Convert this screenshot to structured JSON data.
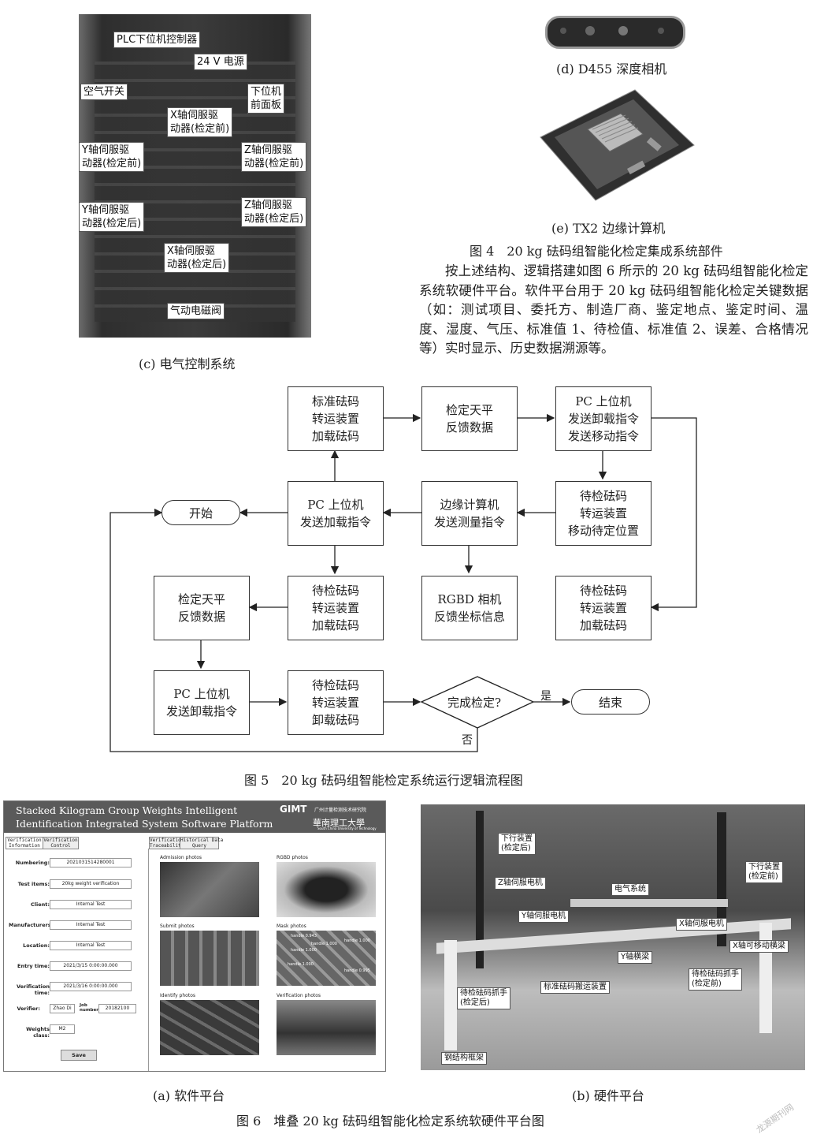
{
  "fig_c": {
    "labels": [
      "PLC下位机控制器",
      "24 V 电源",
      "空气开关",
      "下位机\n前面板",
      "X轴伺服驱\n动器(检定前)",
      "Y轴伺服驱\n动器(检定前)",
      "Z轴伺服驱\n动器(检定前)",
      "Z轴伺服驱\n动器(检定后)",
      "Y轴伺服驱\n动器(检定后)",
      "X轴伺服驱\n动器(检定后)",
      "气动电磁阀"
    ],
    "caption": "(c) 电气控制系统"
  },
  "fig_d": {
    "caption": "(d) D455 深度相机"
  },
  "fig_e": {
    "caption": "(e) TX2 边缘计算机"
  },
  "fig4_caption": "图 4　20 kg 砝码组智能化检定集成系统部件",
  "paragraph": "按上述结构、逻辑搭建如图 6 所示的 20 kg 砝码组智能化检定系统软硬件平台。软件平台用于 20 kg 砝码组智能化检定关键数据（如：测试项目、委托方、制造厂商、鉴定地点、鉴定时间、温度、湿度、气压、标准值 1、待检值、标准值 2、误差、合格情况等）实时显示、历史数据溯源等。",
  "flow": {
    "boxes": [
      "标准砝码\n转运装置\n加载砝码",
      "检定天平\n反馈数据",
      "PC 上位机\n发送卸载指令\n发送移动指令",
      "PC 上位机\n发送加载指令",
      "边缘计算机\n发送测量指令",
      "待检砝码\n转运装置\n移动待定位置",
      "检定天平\n反馈数据",
      "待检砝码\n转运装置\n加载砝码",
      "RGBD 相机\n反馈坐标信息",
      "待检砝码\n转运装置\n加载砝码",
      "PC 上位机\n发送卸载指令",
      "待检砝码\n转运装置\n卸载砝码"
    ],
    "start": "开始",
    "end": "结束",
    "decision": "完成检定?",
    "yes": "是",
    "no": "否"
  },
  "fig5_caption": "图 5　20 kg 砝码组智能检定系统运行逻辑流程图",
  "software": {
    "title_line1": "Stacked Kilogram Group Weights Intelligent",
    "title_line2": "Identification Integrated System Software Platform",
    "logo_text": "GIMT",
    "logo_sub": "广州计量检测技术研究院",
    "univ": "華南理工大學",
    "univ_en": "South China University of Technology",
    "tabs": [
      "Verification\nInformation",
      "Verification\nControl",
      "Verification\nTraceability",
      "Historical Data\nQuery"
    ],
    "fields": [
      {
        "label": "Numbering:",
        "value": "2021031514280001"
      },
      {
        "label": "Test items:",
        "value": "20kg weight verification"
      },
      {
        "label": "Client:",
        "value": "Internal Test"
      },
      {
        "label": "Manufacturers:",
        "value": "Internal Test"
      },
      {
        "label": "Location:",
        "value": "Internal Test"
      },
      {
        "label": "Entry time:",
        "value": "2021/3/15 0:00:00.000"
      },
      {
        "label": "Verification time:",
        "value": "2021/3/16 0:00:00.000"
      }
    ],
    "verifier_label": "Verifier:",
    "verifier": "Zhao Di",
    "job_label": "Job number:",
    "job": "20182100",
    "class_label": "Weights class:",
    "class_value": "M2",
    "save": "Save",
    "photos": [
      "Admission photos",
      "RGBD photos",
      "Submit photos",
      "Mask photos",
      "Identify photos",
      "Verification photos"
    ],
    "mask_texts": [
      "handle 0.943",
      "handle 1.000",
      "handle 1.000",
      "handle 1.000",
      "handle 0.995",
      "handle 1.000"
    ]
  },
  "hardware": {
    "labels": [
      "下行装置\n(检定后)",
      "下行装置\n(检定前)",
      "Z轴伺服电机",
      "电气系统",
      "Y轴伺服电机",
      "X轴伺服电机",
      "X轴可移动横梁",
      "Y轴横梁",
      "标准砝码搬运装置",
      "待检砝码抓手\n(检定后)",
      "待检砝码抓手\n(检定前)",
      "钢结构框架"
    ]
  },
  "cap_a": "(a) 软件平台",
  "cap_b": "(b) 硬件平台",
  "fig6_caption": "图 6　堆叠 20 kg 砝码组智能化检定系统软硬件平台图",
  "watermark": "龙源期刊网"
}
